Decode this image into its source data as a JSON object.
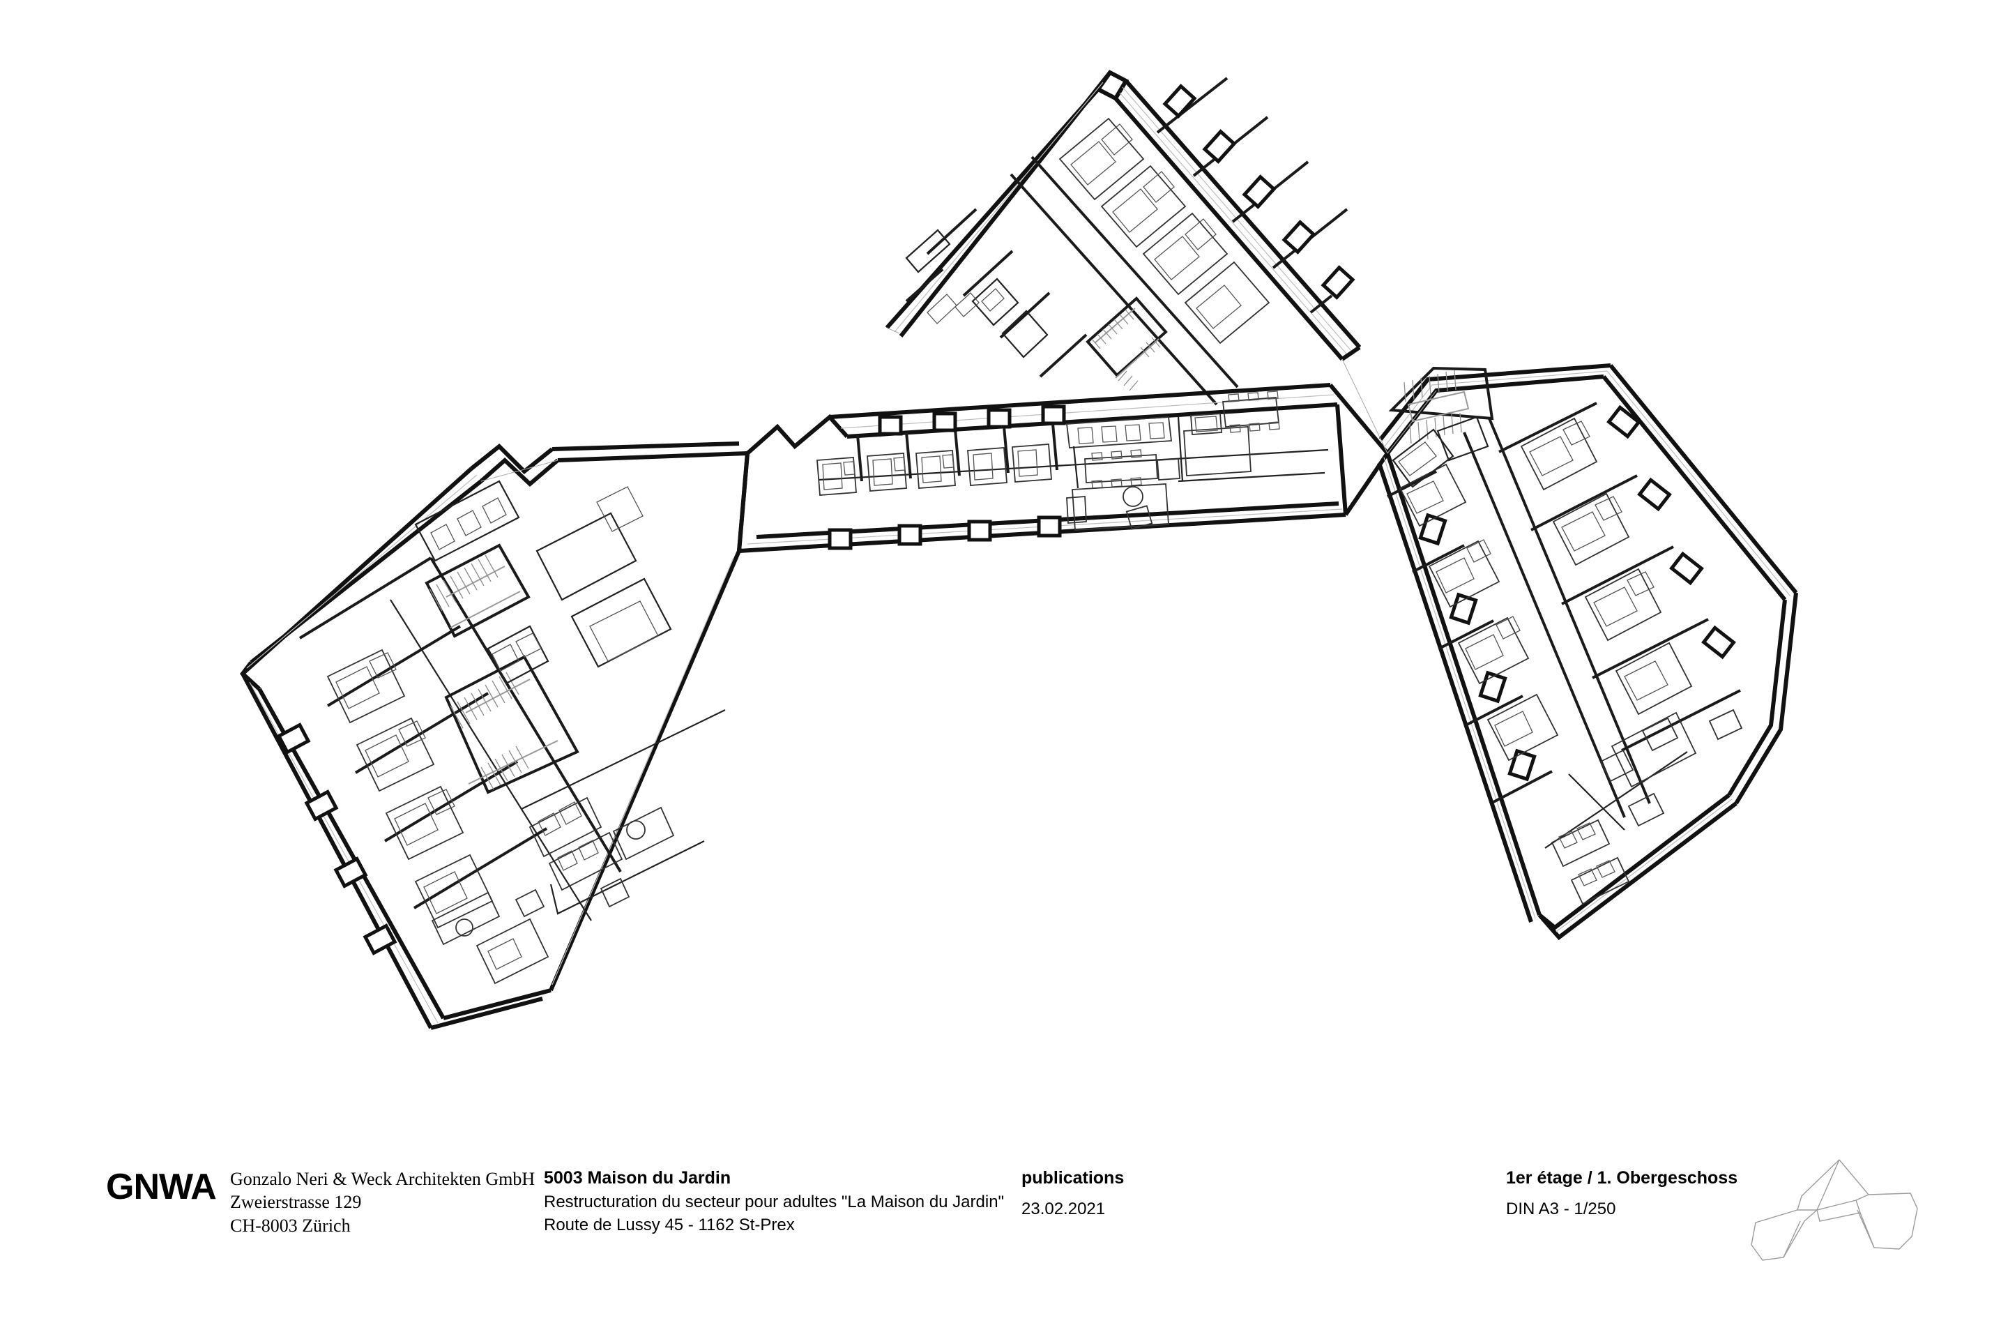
{
  "sheet": {
    "background": "#ffffff",
    "ink": "#111111"
  },
  "drawing": {
    "type": "architectural-floor-plan",
    "title": "1er étage / 1. Obergeschoss",
    "scale": "1/250",
    "paper": "DIN A3",
    "description": "W-shaped residential care building floor plan with three wings, two stair cores, bedrooms with beds, and central living/dining spaces"
  },
  "titleblock": {
    "logo": "GNWA",
    "office": {
      "name": "Gonzalo Neri & Weck Architekten GmbH",
      "street": "Zweierstrasse 129",
      "city": "CH-8003 Zürich"
    },
    "project": {
      "number_name": "5003 Maison du Jardin",
      "description": "Restructuration du secteur pour adultes \"La Maison du Jardin\"",
      "address": "Route de Lussy 45 - 1162 St-Prex"
    },
    "status": {
      "label": "publications",
      "date": "23.02.2021"
    },
    "plan": {
      "floor": "1er étage / 1. Obergeschoss",
      "format_scale": "DIN A3 - 1/250"
    },
    "keyplan_name": "key-plan-w-shape"
  }
}
